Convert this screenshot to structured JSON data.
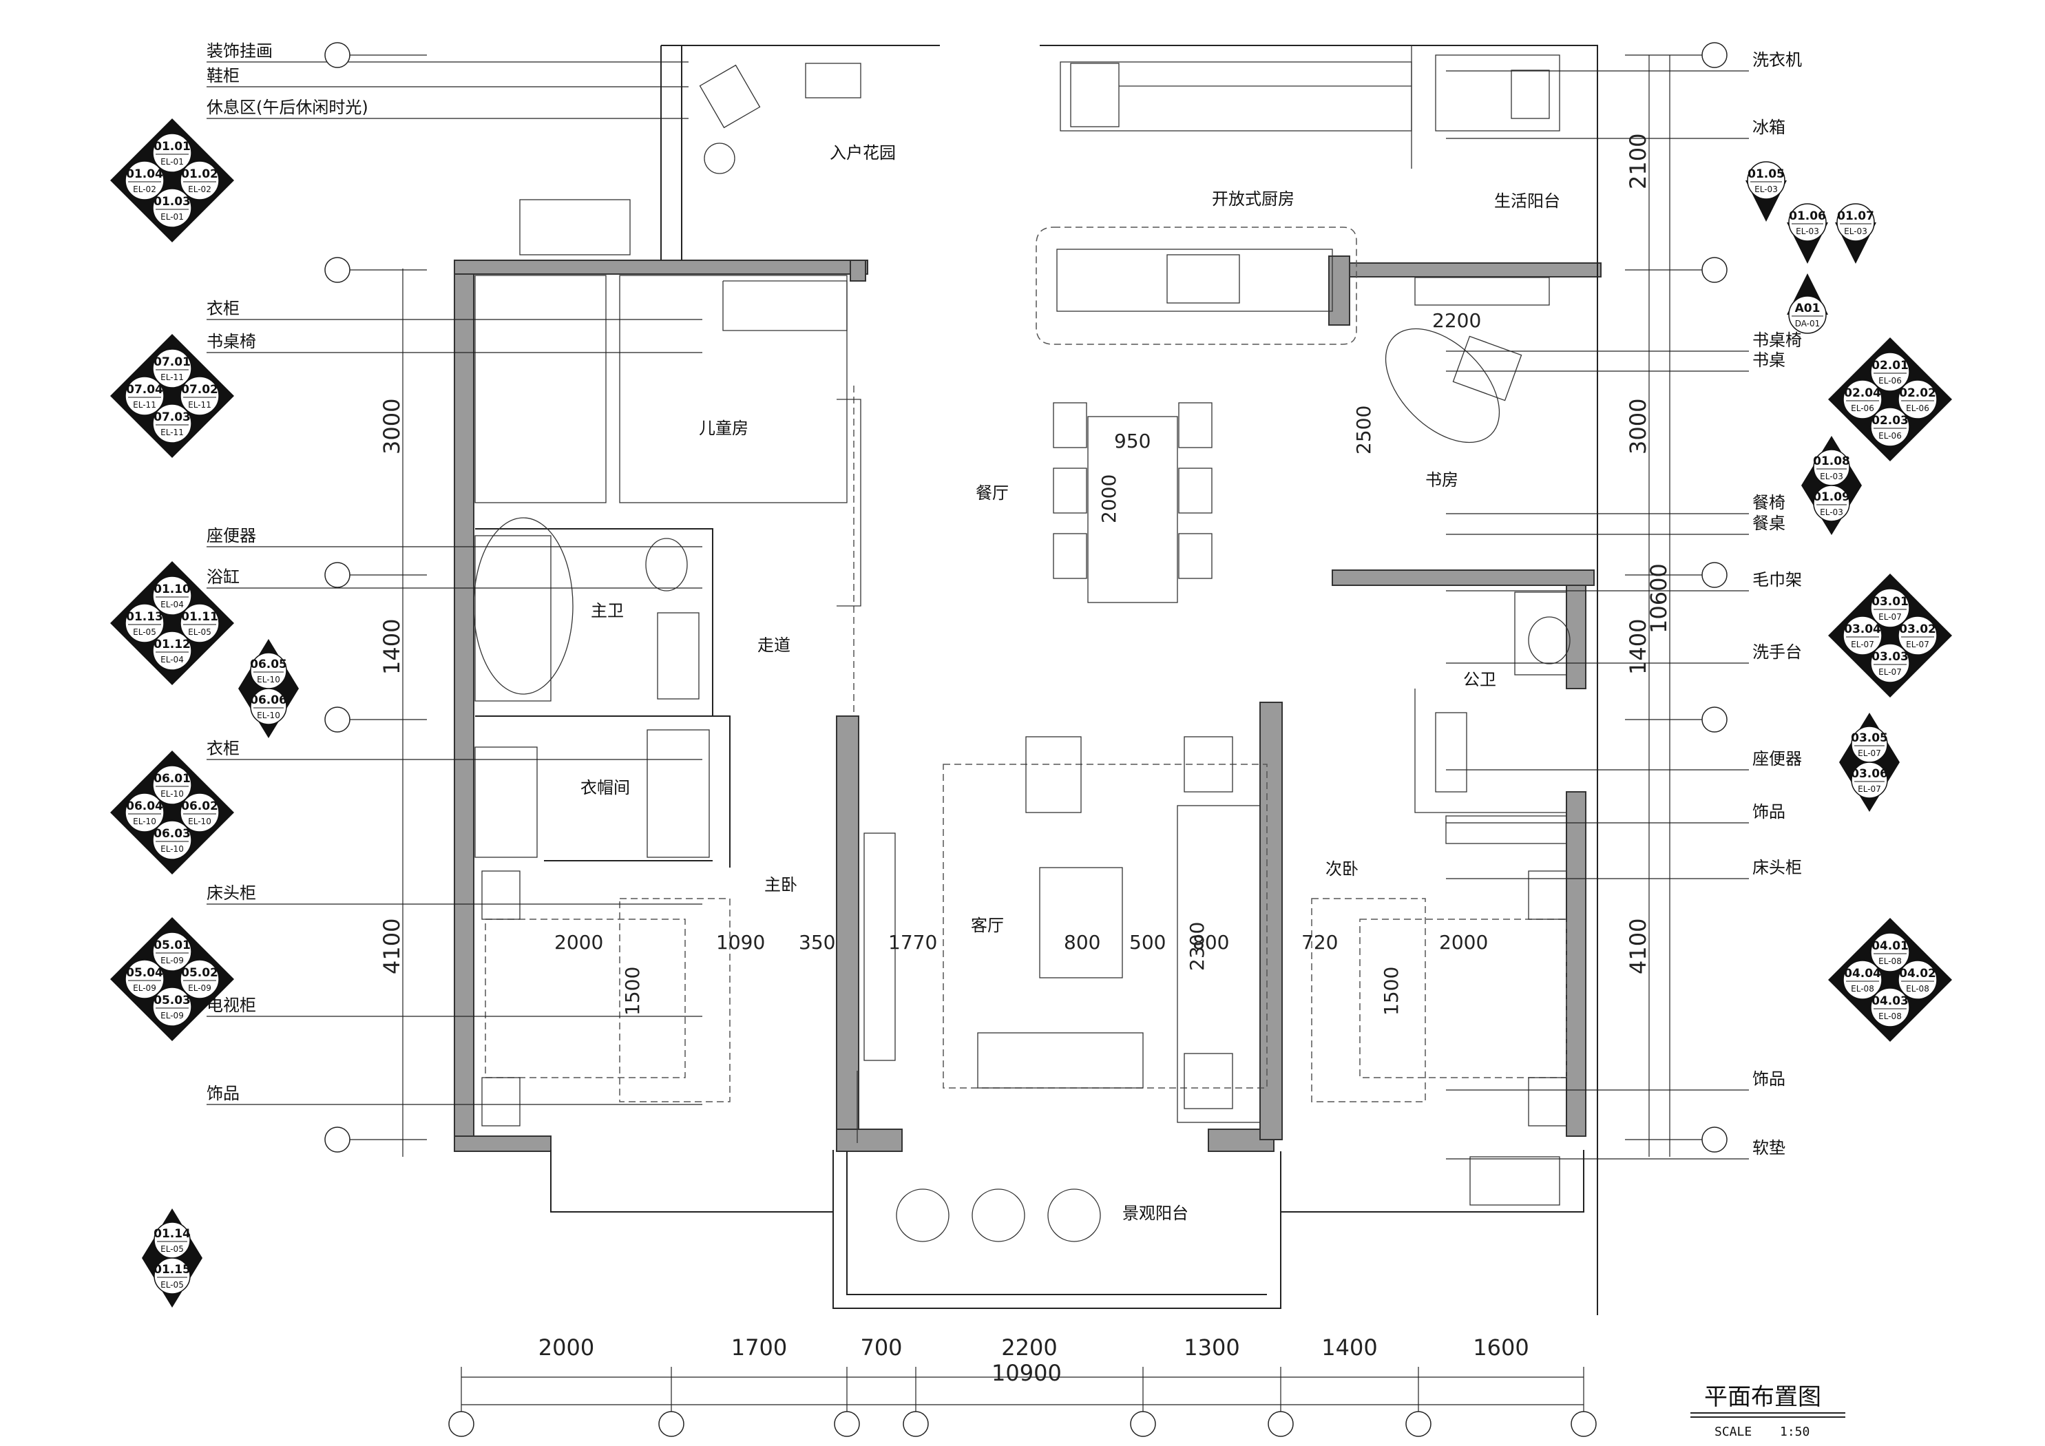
{
  "drawing": {
    "title": "平面布置图",
    "scale_label": "SCALE",
    "scale_value": "1:50"
  },
  "rooms": {
    "entry_garden": "入户花园",
    "open_kitchen": "开放式厨房",
    "service_balcony": "生活阳台",
    "kids_room": "儿童房",
    "dining": "餐厅",
    "study": "书房",
    "master_bath": "主卫",
    "corridor": "走道",
    "public_bath": "公卫",
    "cloakroom": "衣帽间",
    "master_bedroom": "主卧",
    "living_room": "客厅",
    "second_bedroom": "次卧",
    "view_balcony": "景观阳台"
  },
  "left_callouts": [
    "装饰挂画",
    "鞋柜",
    "休息区(午后休闲时光)",
    "衣柜",
    "书桌椅",
    "座便器",
    "浴缸",
    "衣柜",
    "床头柜",
    "电视柜",
    "饰品"
  ],
  "right_callouts": [
    "洗衣机",
    "冰箱",
    "书桌椅",
    "书桌",
    "餐椅",
    "餐桌",
    "毛巾架",
    "洗手台",
    "座便器",
    "饰品",
    "床头柜",
    "饰品",
    "软垫"
  ],
  "elevation_markers_left": [
    {
      "n": [
        "01.01",
        "01.02",
        "01.03",
        "01.04"
      ],
      "s": [
        "EL-01",
        "EL-02",
        "EL-01",
        "EL-02"
      ]
    },
    {
      "n": [
        "07.01",
        "07.02",
        "07.03",
        "07.04"
      ],
      "s": [
        "EL-11",
        "EL-11",
        "EL-11",
        "EL-11"
      ]
    },
    {
      "n": [
        "01.10",
        "01.11",
        "01.12",
        "01.13"
      ],
      "s": [
        "EL-04",
        "EL-05",
        "EL-04",
        "EL-05"
      ]
    },
    {
      "n": [
        "06.01",
        "06.02",
        "06.03",
        "06.04"
      ],
      "s": [
        "EL-10",
        "EL-10",
        "EL-10",
        "EL-10"
      ]
    },
    {
      "n": [
        "05.01",
        "05.02",
        "05.03",
        "05.04"
      ],
      "s": [
        "EL-09",
        "EL-09",
        "EL-09",
        "EL-09"
      ]
    }
  ],
  "elevation_markers_right": [
    {
      "n": [
        "02.01",
        "02.02",
        "02.03",
        "02.04"
      ],
      "s": [
        "EL-06",
        "EL-06",
        "EL-06",
        "EL-06"
      ]
    },
    {
      "n": [
        "03.01",
        "03.02",
        "03.03",
        "03.04"
      ],
      "s": [
        "EL-07",
        "EL-07",
        "EL-07",
        "EL-07"
      ]
    },
    {
      "n": [
        "04.01",
        "04.02",
        "04.03",
        "04.04"
      ],
      "s": [
        "EL-08",
        "EL-08",
        "EL-08",
        "EL-08"
      ]
    }
  ],
  "pair_markers": [
    {
      "a": "06.05",
      "as": "EL-10",
      "b": "06.06",
      "bs": "EL-10"
    },
    {
      "a": "01.14",
      "as": "EL-05",
      "b": "01.15",
      "bs": "EL-05"
    },
    {
      "a": "01.08",
      "as": "EL-03",
      "b": "01.09",
      "bs": "EL-03"
    },
    {
      "a": "03.05",
      "as": "EL-07",
      "b": "03.06",
      "bs": "EL-07"
    }
  ],
  "single_markers": [
    {
      "n": "01.05",
      "s": "EL-03"
    },
    {
      "n": "01.06",
      "s": "EL-03"
    },
    {
      "n": "01.07",
      "s": "EL-03"
    },
    {
      "n": "A01",
      "s": "DA-01"
    }
  ],
  "bottom_dims": [
    "2000",
    "1700",
    "700",
    "2200",
    "1300",
    "1400",
    "1600"
  ],
  "bottom_total": "10900",
  "left_dims": [
    "3000",
    "1400",
    "4100"
  ],
  "right_dims": [
    "2100",
    "3000",
    "1400",
    "4100"
  ],
  "right_total": "10600",
  "interior_dims": {
    "kitchen_island": "2200",
    "study_wall": "2500",
    "table_w": "950",
    "table_l": "2000",
    "master_bed_l": "2000",
    "master_bed_w": "1500",
    "gap1": "1090",
    "gap2": "350",
    "living_w": "1770",
    "coffee": "800",
    "gap3": "500",
    "sofa": "2300",
    "sofa_w": "800",
    "gap4": "720",
    "second_bed_l": "2000",
    "second_bed_w": "1500"
  }
}
